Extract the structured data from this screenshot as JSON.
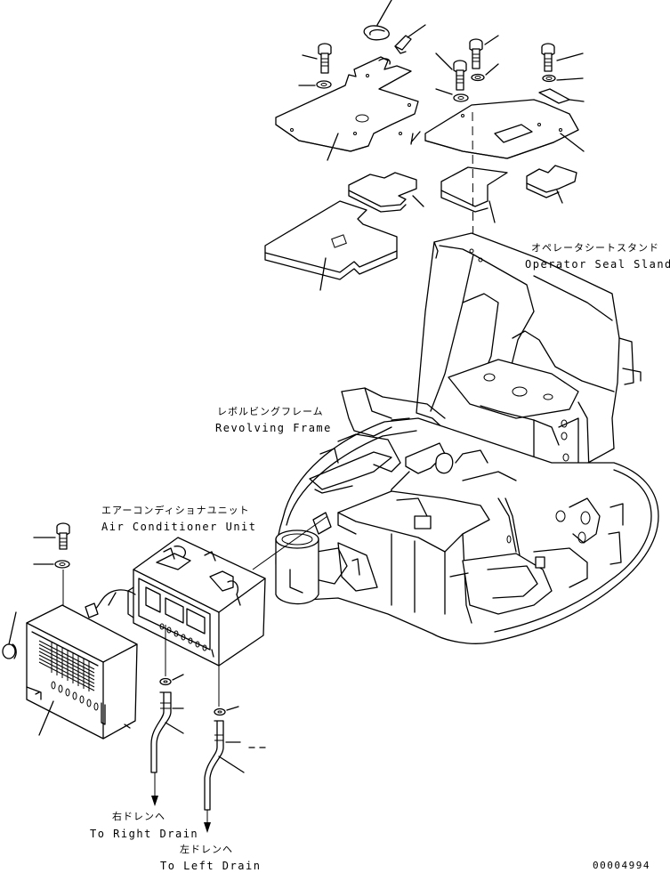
{
  "labels": {
    "operator_seat_jp": "オペレータシートスタンド",
    "operator_seat_en": "Operator Seal Sland",
    "revolving_frame_jp": "レボルビングフレーム",
    "revolving_frame_en": "Revolving Frame",
    "air_conditioner_jp": "エアーコンディショナユニット",
    "air_conditioner_en": "Air Conditioner Unit",
    "right_drain_jp": "右ドレンヘ",
    "right_drain_en": "To Right Drain",
    "left_drain_jp": "左ドレンヘ",
    "left_drain_en": "To Left Drain",
    "drawing_number": "00004994"
  }
}
